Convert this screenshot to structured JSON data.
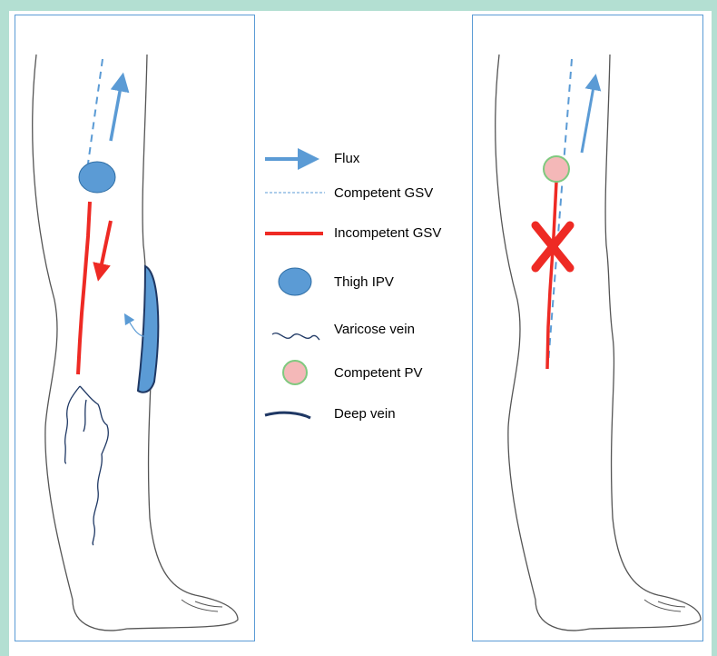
{
  "legend": {
    "flux": "Flux",
    "competent_gsv": "Competent GSV",
    "incompetent_gsv": "Incompetent GSV",
    "thigh_ipv": "Thigh IPV",
    "varicose_vein": "Varicose vein",
    "competent_pv": "Competent PV",
    "deep_vein": "Deep vein"
  },
  "colors": {
    "frame": "#b3dfd2",
    "panel_border": "#5b9bd5",
    "flux_arrow": "#5b9bd5",
    "incompetent": "#ee2a24",
    "ipv_fill": "#5b9bd5",
    "pv_fill": "#f4b8b8",
    "pv_border": "#7fc97f",
    "varicose": "#1f3864",
    "deep_vein": "#1f3864"
  }
}
